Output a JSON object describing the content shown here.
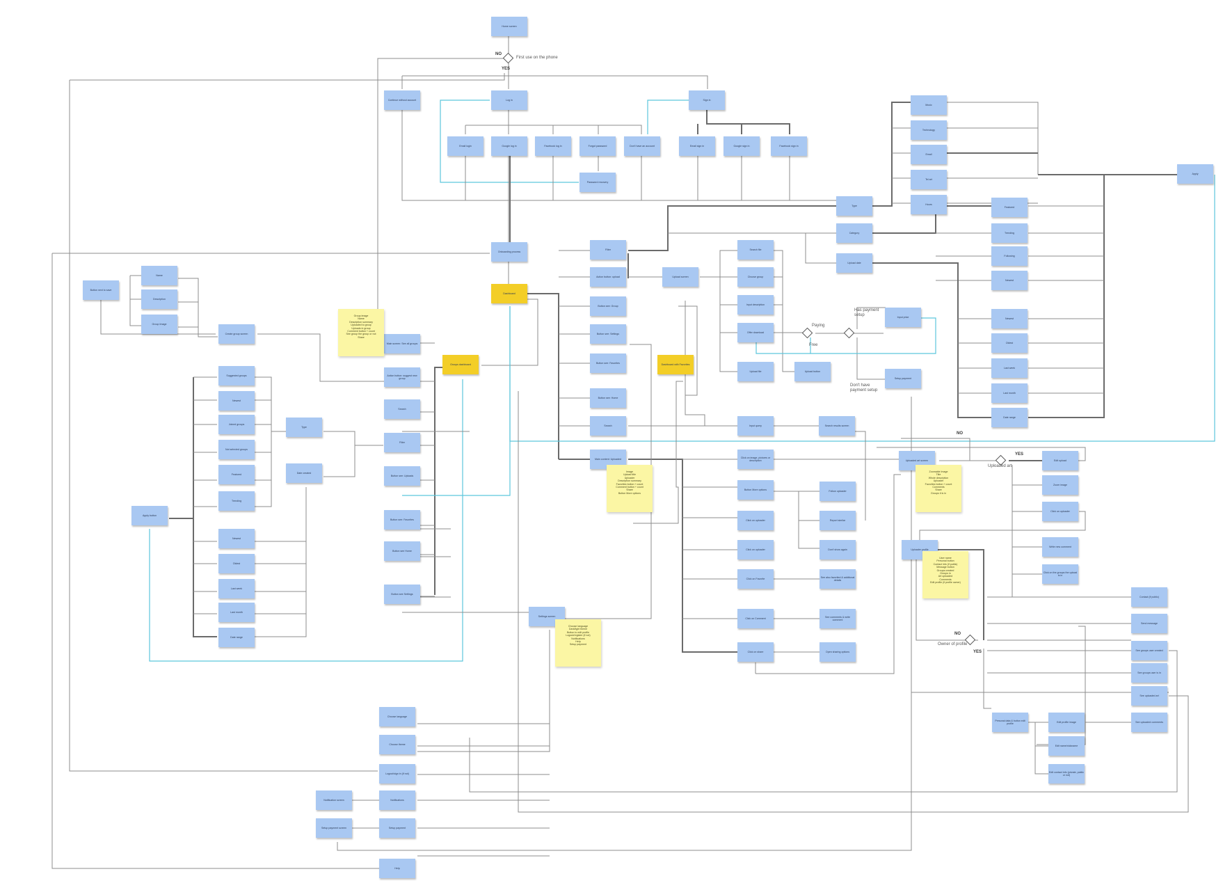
{
  "nodes": {
    "start": "Home screen",
    "continue": "Continue without account",
    "login": "Log in",
    "signup": "Sign in",
    "email_login": "Email login",
    "google_login": "Google log in",
    "facebook_login": "Facebook log in",
    "forgot": "Forgot password",
    "dont_have": "Don't have an account",
    "password_recovery": "Password recovery",
    "email_signin": "Email sign in",
    "google_signin": "Google sign in",
    "facebook_signin": "Facebook sign in",
    "onboarding": "Onboarding process",
    "dashboard": "Dashboard",
    "groups_dashboard": "Groups dashboard",
    "dashboard_favorites": "Dashboard with Favorites",
    "name": "Name",
    "description": "Description",
    "group_image": "Group Image",
    "button_next": "Button next to save",
    "create_group": "Create group screen",
    "btn_see_all_groups": "Main screen: See all groups",
    "btn_suggest": "Action button: suggest new group",
    "search_g": "Search",
    "filter_g": "Filter",
    "btn_see_uploads": "Button see: Uploads",
    "btn_see_favorites": "Button see: Favorites",
    "btn_see_home": "Button see Home",
    "btn_see_settings": "Button see Settings",
    "suggested_groups": "Suggested groups",
    "newest_g": "Newest",
    "joined_groups": "Joined groups",
    "not_joined": "Not selected groups",
    "featured_g": "Featured",
    "trending_g": "Trending",
    "type_g": "Type",
    "date_created": "Date created",
    "apply_button": "Apply button",
    "newest_d": "Newest",
    "oldest_d": "Oldest",
    "last_week_d": "Last week",
    "last_month_d": "Last month",
    "date_range_d": "Date range",
    "filter_d": "Filter",
    "action_upload": "Action button: upload",
    "btn_see_group": "Button see: Group",
    "btn_settings_d": "Button see: Settings",
    "btn_favorites_d": "Button see: Favorites",
    "btn_home_d": "Button see: Home",
    "search_d": "Search",
    "main_content": "Main content: Uploaded",
    "upload_screen": "Upload screen",
    "search_file": "Search file",
    "choose_group": "Choose group",
    "input_description": "Input description",
    "offer_download": "Offer download",
    "upload_file": "Upload file",
    "upload_button": "Upload button",
    "input_price": "Input price",
    "setup_payment": "Setup payment",
    "input_query": "Input query",
    "search_results": "Search results screen",
    "click_image": "Click on image, pictures or description",
    "button_more": "Button More options",
    "follow_uploader": "Follow uploader",
    "report_similar": "Report similar",
    "dont_show": "Don't show again",
    "click_uploader1": "Click on uploader",
    "click_uploader2": "Click on uploader",
    "click_favorite": "Click on Favorite",
    "see_favorite": "See also favorited & additional details",
    "click_comment": "Click on Comment",
    "see_comments": "See comments & write comment",
    "click_share": "Click on share",
    "open_sharing": "Open sharing options",
    "uploaded_screen": "Uploaded art screen",
    "edit_upload": "Edit upload",
    "zoom_image": "Zoom image",
    "click_uploader_r": "Click on uploader",
    "write_comment_r": "Write new comment",
    "click_group_r": "Click on the groups the upload is in",
    "uploader_profile": "Uploader profile",
    "contact_if": "Contact (if public)",
    "send_message": "Send message",
    "see_groups_joined": "See groups user created",
    "see_groups_in": "See groups user is in",
    "see_uploads": "See uploaded art",
    "see_upload_comments": "See uploaded comments",
    "personal_edit": "Personal data & button edit profile",
    "edit_profile_image": "Edit profile image",
    "edit_name": "Edit name/nickname",
    "edit_contact": "Edit contact info (private, public or not)",
    "music": "Music",
    "technology": "Technology",
    "email_t": "Email",
    "tel_art": "Tel art",
    "hours": "Hours",
    "type_d": "Type",
    "category": "Category",
    "upload_date": "Upload date",
    "featured_c": "Featured",
    "trending_c": "Trending",
    "following_c": "Following",
    "newest_c": "Newest",
    "newest_u": "Newest",
    "oldest_u": "Oldest",
    "last_week_u": "Last week",
    "last_month_u": "Last month",
    "date_range_u": "Date range",
    "apply": "Apply",
    "settings": "Settings screen",
    "choose_language": "Choose language",
    "choose_theme": "Choose theme",
    "logout": "Logout/sign in (if not)",
    "notifications": "Notifications",
    "notification_screen": "Notification screen",
    "setup_payment_s": "Setup payment",
    "setup_payment_screen": "Setup payment screen",
    "help": "Help"
  },
  "notes": {
    "groups": [
      "Group image",
      "Name",
      "Description summary",
      "Uploaded to group",
      "Uploads in group",
      "Comment button + count",
      "See group the group or not",
      "Share"
    ],
    "main": [
      "Image",
      "Upload title",
      "Uploader",
      "Description summary",
      "Favorites button + count",
      "Comment button + count",
      "Share",
      "Button More options"
    ],
    "uploaded": [
      "Zoomable Image",
      "Title",
      "Whole description",
      "Uploader",
      "Favorites button + count",
      "Comments",
      "Share",
      "Groups it is in"
    ],
    "profile": [
      "User name",
      "Personal button",
      "Contact info (if public)",
      "Message button",
      "Groups created",
      "Groups in",
      "Art uploaded",
      "Comments",
      "Edit profile (if profile owner)"
    ],
    "settings": [
      "Choose language",
      "Dark/light theme",
      "Button to edit profile",
      "Logout/register (if not)",
      "Notifications",
      "Help",
      "Setup payment"
    ]
  },
  "labels": {
    "first_use": "First use on the phone",
    "no1": "NO",
    "yes1": "YES",
    "paying": "Paying",
    "free": "Free",
    "has_payment": "Has payment setup",
    "dont_payment": "Don't have payment setup",
    "uploaded_art": "Uploaded art",
    "no2": "NO",
    "yes2": "YES",
    "owner": "Owner of profile",
    "no3": "NO",
    "yes3": "YES"
  }
}
